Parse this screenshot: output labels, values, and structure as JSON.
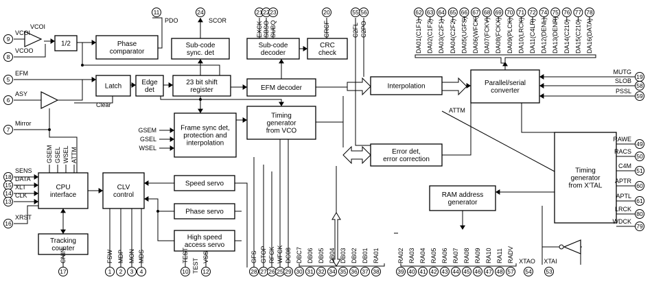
{
  "blocks": {
    "half": [
      "1/2"
    ],
    "phase_comp": [
      "Phase",
      "comparator"
    ],
    "subcode_sync": [
      "Sub-code",
      "sync. det"
    ],
    "subcode_dec": [
      "Sub-code",
      "decoder"
    ],
    "crc": [
      "CRC",
      "check"
    ],
    "latch": [
      "Latch"
    ],
    "edge": [
      "Edge",
      "det"
    ],
    "shift": [
      "23 bit shift",
      "register"
    ],
    "efm_dec": [
      "EFM decoder"
    ],
    "interp": [
      "Interpolation"
    ],
    "parser": [
      "Parallel/serial",
      "converter"
    ],
    "timing_vco": [
      "Timing",
      "generator",
      "from VCO"
    ],
    "frame": [
      "Frame sync det,",
      "protection and",
      "interpolation"
    ],
    "error": [
      "Error det,",
      "error correction"
    ],
    "cpu": [
      "CPU",
      "interface"
    ],
    "clv": [
      "CLV",
      "control"
    ],
    "speed": [
      "Speed servo"
    ],
    "phase_servo": [
      "Phase servo"
    ],
    "hs_servo": [
      "High speed",
      "access servo"
    ],
    "tracking": [
      "Tracking",
      "counter"
    ],
    "ram": [
      "RAM address",
      "generator"
    ],
    "timing_xtal": [
      "Timing",
      "generator",
      "from X'TAL"
    ]
  },
  "left_pins": [
    {
      "num": "9",
      "label": "VCOI"
    },
    {
      "num": "8",
      "label": "VCOO"
    },
    {
      "num": "5",
      "label": "EFM"
    },
    {
      "num": "6",
      "label": "ASY"
    },
    {
      "num": "7",
      "label": "Mirror"
    },
    {
      "num": "18",
      "label": "SENS"
    },
    {
      "num": "15",
      "label": "DATA"
    },
    {
      "num": "14",
      "label": "XLT"
    },
    {
      "num": "13",
      "label": "CLK"
    },
    {
      "num": "16",
      "label": "XRST"
    }
  ],
  "top_pins": [
    {
      "num": "11",
      "label": "PDO"
    },
    {
      "num": "24",
      "label": "SCOR"
    },
    {
      "num": "21",
      "label": "EXCK"
    },
    {
      "num": "22",
      "label": "SBSO"
    },
    {
      "num": "23",
      "label": "SUBQ"
    },
    {
      "num": "20",
      "label": "CRCF"
    },
    {
      "num": "55",
      "label": "C2FL"
    },
    {
      "num": "56",
      "label": "C2PO"
    }
  ],
  "top_bus_pins": [
    "62",
    "63",
    "64",
    "65",
    "66",
    "67",
    "68",
    "69",
    "70",
    "71",
    "72",
    "74",
    "75",
    "76",
    "77",
    "78"
  ],
  "top_bus_labels": [
    "DA01(C1F1)",
    "DA02(C1F2)",
    "DA03(C2F1)",
    "DA04(C2F2)",
    "DA05(UGFS)",
    "DA06(WFCK)",
    "DA07(FCKV)",
    "DA08(FCKX)",
    "DA09(PLCK)",
    "DA10(LRCK)",
    "DA11(C4LR)",
    "DA12(DENL)",
    "DA13(DENR)",
    "DA14(C210)",
    "DA15(C210)",
    "DA16(DATA)"
  ],
  "right_pins": [
    {
      "num": "19",
      "label": "MUTG"
    },
    {
      "num": "58",
      "label": "SLOB"
    },
    {
      "num": "59",
      "label": "PSSL"
    },
    {
      "num": "49",
      "label": "RAWE"
    },
    {
      "num": "50",
      "label": "RACS"
    },
    {
      "num": "51",
      "label": "C4M"
    },
    {
      "num": "60",
      "label": "APTR"
    },
    {
      "num": "61",
      "label": "APTL"
    },
    {
      "num": "80",
      "label": "LRCK"
    },
    {
      "num": "79",
      "label": "WDCK"
    }
  ],
  "bottom_pins": [
    {
      "num": "17",
      "label": "CNIN"
    },
    {
      "num": "1",
      "label": "FSW"
    },
    {
      "num": "2",
      "label": "MDP"
    },
    {
      "num": "3",
      "label": "MON"
    },
    {
      "num": "4",
      "label": "MDS"
    },
    {
      "num": "10",
      "label": "TEST"
    },
    {
      "num": "12",
      "label": "VSS"
    },
    {
      "num": "28",
      "label": "GFS"
    },
    {
      "num": "27",
      "label": "GTOP"
    },
    {
      "num": "26",
      "label": "RFCK"
    },
    {
      "num": "25",
      "label": "WFCK"
    },
    {
      "num": "29",
      "label": "DC08"
    },
    {
      "num": "30",
      "label": "DBC7"
    },
    {
      "num": "31",
      "label": "DB06"
    },
    {
      "num": "32",
      "label": "DB05"
    },
    {
      "num": "34",
      "label": "DB04"
    },
    {
      "num": "35",
      "label": "DB03"
    },
    {
      "num": "36",
      "label": "DB02"
    },
    {
      "num": "37",
      "label": "DB01"
    },
    {
      "num": "38",
      "label": "RA01"
    },
    {
      "num": "39",
      "label": "RA02"
    },
    {
      "num": "40",
      "label": "RA03"
    },
    {
      "num": "41",
      "label": "RA04"
    },
    {
      "num": "42",
      "label": "RA05"
    },
    {
      "num": "43",
      "label": "RA06"
    },
    {
      "num": "44",
      "label": "RA07"
    },
    {
      "num": "45",
      "label": "RA08"
    },
    {
      "num": "46",
      "label": "RA09"
    },
    {
      "num": "47",
      "label": "RA10"
    },
    {
      "num": "48",
      "label": "RA11"
    },
    {
      "num": "57",
      "label": "RADV"
    },
    {
      "num": "54",
      "label": "XTAO"
    },
    {
      "num": "53",
      "label": "XTAI"
    }
  ],
  "labels": {
    "vcoi_inner": "VCOI",
    "clear": "Clear",
    "attm_in": "ATTM",
    "test_in": "TEST",
    "cpu_gsem": "GSEM",
    "cpu_gsel": "GSEL",
    "cpu_wsel": "WSEL",
    "cpu_attm": "ATTM",
    "frame_gsem": "GSEM",
    "frame_gsel": "GSEL",
    "frame_wsel": "WSEL"
  }
}
